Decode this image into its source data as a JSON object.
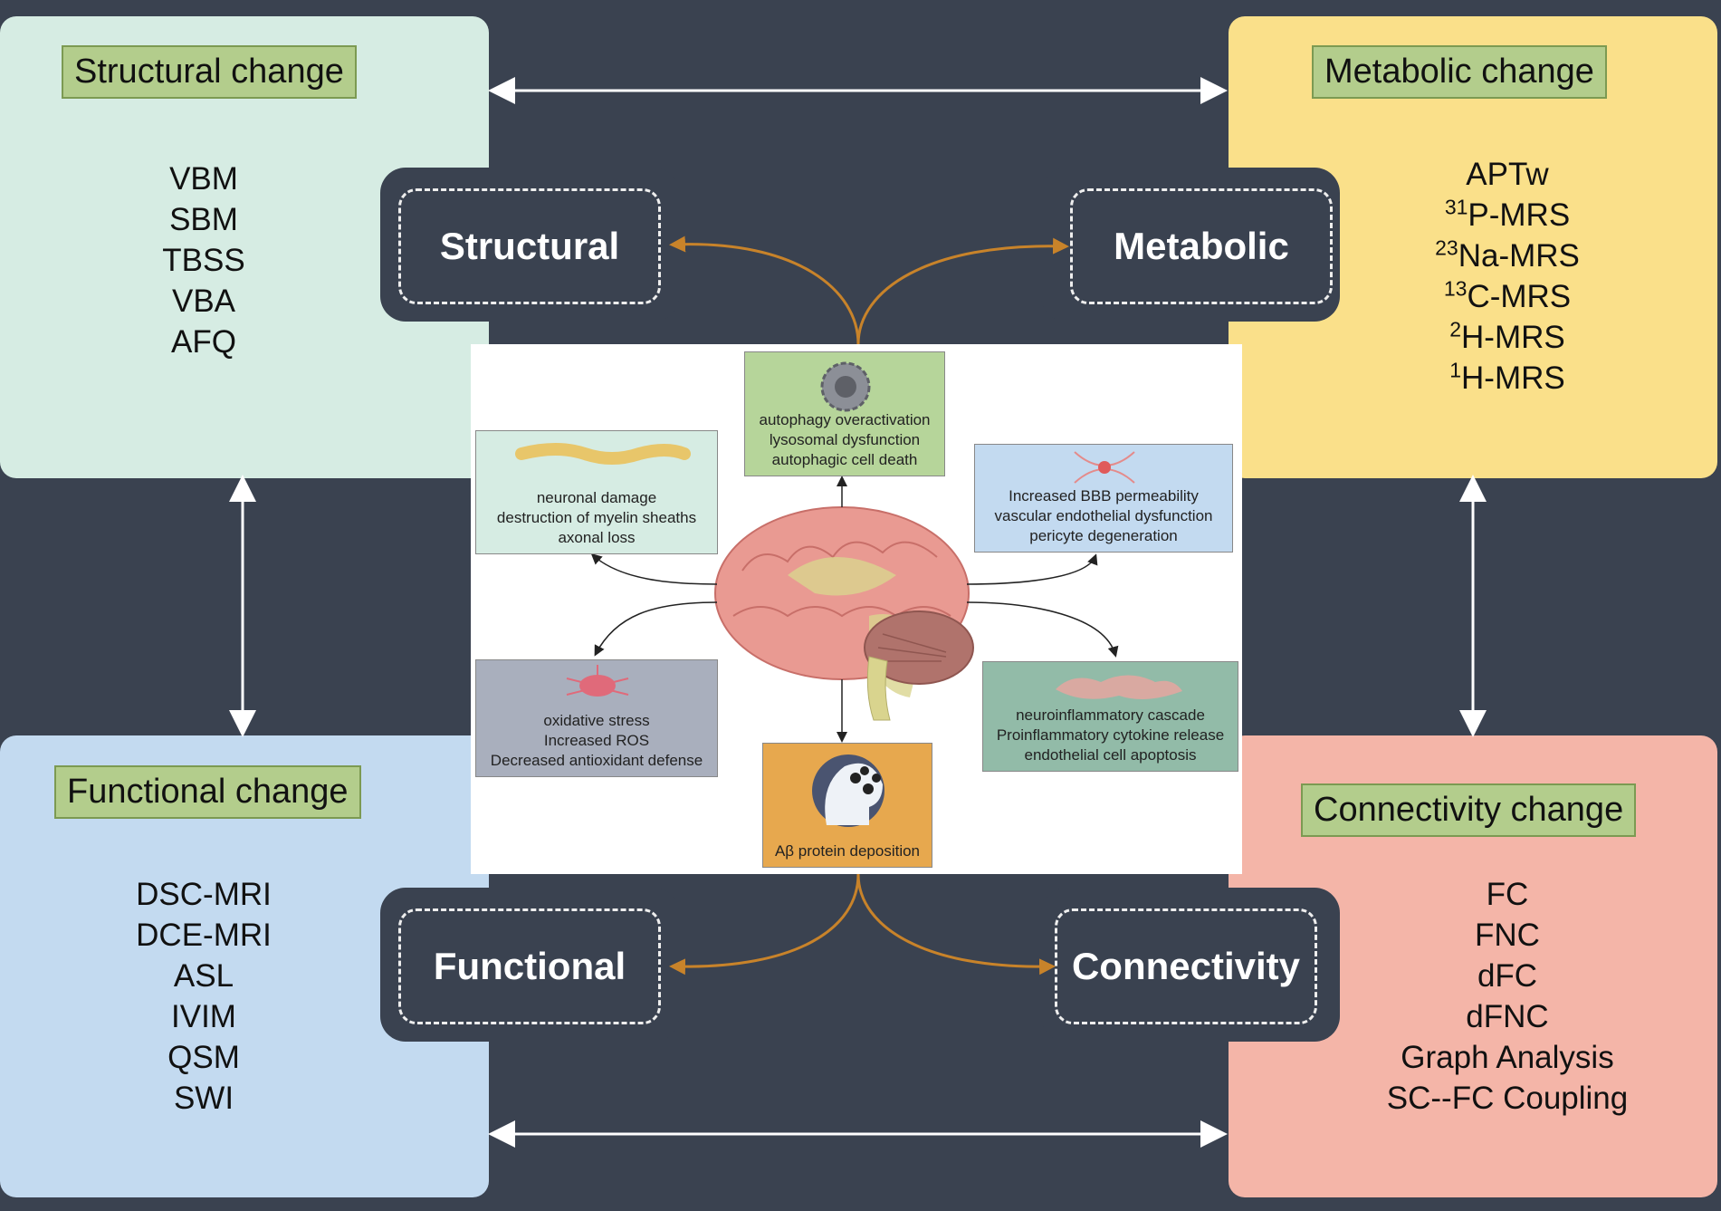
{
  "structural": {
    "title": "Structural change",
    "label": "Structural",
    "items": [
      "VBM",
      "SBM",
      "TBSS",
      "VBA",
      "AFQ"
    ]
  },
  "metabolic": {
    "title": "Metabolic change",
    "label": "Metabolic",
    "items": [
      {
        "sup": "",
        "text": "APTw"
      },
      {
        "sup": "31",
        "text": "P-MRS"
      },
      {
        "sup": "23",
        "text": "Na-MRS"
      },
      {
        "sup": "13",
        "text": "C-MRS"
      },
      {
        "sup": "2",
        "text": "H-MRS"
      },
      {
        "sup": "1",
        "text": "H-MRS"
      }
    ]
  },
  "functional": {
    "title": "Functional change",
    "label": "Functional",
    "items": [
      "DSC-MRI",
      "DCE-MRI",
      "ASL",
      "IVIM",
      "QSM",
      "SWI"
    ]
  },
  "connectivity": {
    "title": "Connectivity change",
    "label": "Connectivity",
    "items": [
      "FC",
      "FNC",
      "dFC",
      "dFNC",
      "Graph Analysis",
      "SC--FC Coupling"
    ]
  },
  "center": {
    "autophagy": [
      "autophagy overactivation",
      "lysosomal dysfunction",
      "autophagic cell death"
    ],
    "neuronal": [
      "neuronal damage",
      "destruction of myelin sheaths",
      "axonal loss"
    ],
    "bbb": [
      "Increased BBB permeability",
      "vascular endothelial dysfunction",
      "pericyte degeneration"
    ],
    "oxidative": [
      "oxidative stress",
      "Increased ROS",
      "Decreased antioxidant defense"
    ],
    "inflammation": [
      "neuroinflammatory cascade",
      "Proinflammatory cytokine release",
      "endothelial cell apoptosis"
    ],
    "abeta": [
      "Aβ protein deposition"
    ]
  },
  "colors": {
    "background": "#3a4250",
    "structural": "#d6ece3",
    "metabolic": "#fae08a",
    "functional": "#c3daf0",
    "connectivity": "#f4b5a8",
    "title_box": "#b3cd8c",
    "orange_arrow": "#c8832a"
  }
}
